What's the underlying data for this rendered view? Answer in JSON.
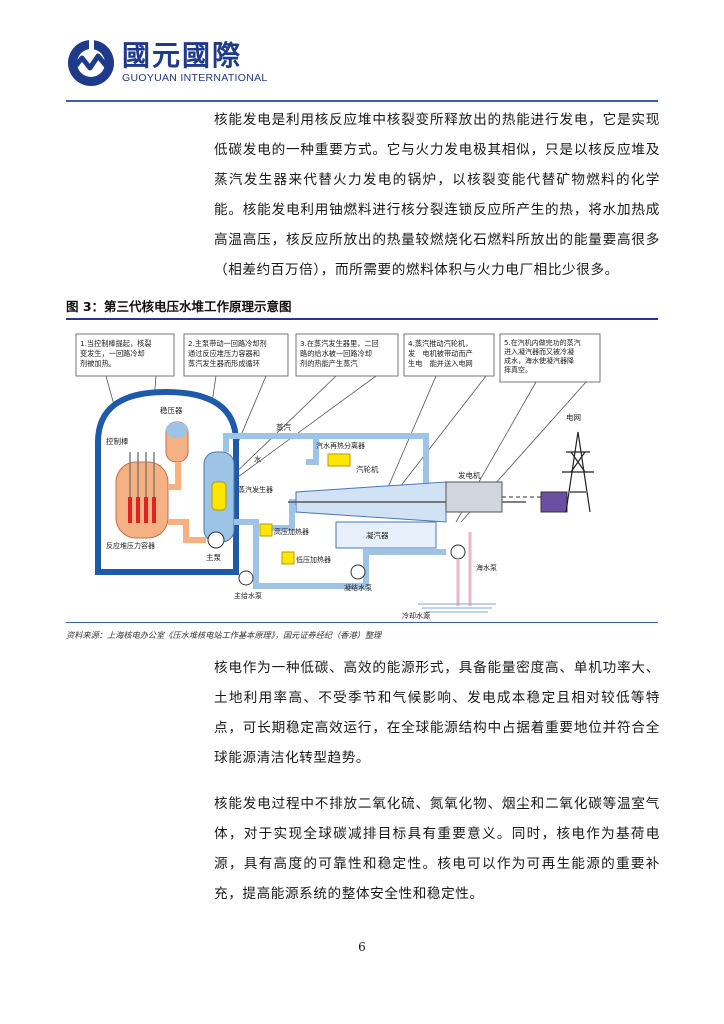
{
  "header": {
    "logo_cn": "國元國際",
    "logo_en": "GUOYUAN INTERNATIONAL"
  },
  "paragraphs": {
    "p1": "核能发电是利用核反应堆中核裂变所释放出的热能进行发电，它是实现低碳发电的一种重要方式。它与火力发电极其相似，只是以核反应堆及蒸汽发生器来代替火力发电的锅炉，以核裂变能代替矿物燃料的化学能。核能发电利用铀燃料进行核分裂连锁反应所产生的热，将水加热成高温高压，核反应所放出的热量较燃烧化石燃料所放出的能量要高很多（相差约百万倍），而所需要的燃料体积与火力电厂相比少很多。",
    "p2": "核电作为一种低碳、高效的能源形式，具备能量密度高、单机功率大、土地利用率高、不受季节和气候影响、发电成本稳定且相对较低等特点，可长期稳定高效运行，在全球能源结构中占据着重要地位并符合全球能源清洁化转型趋势。",
    "p3": "核能发电过程中不排放二氧化硫、氮氧化物、烟尘和二氧化碳等温室气体，对于实现全球碳减排目标具有重要意义。同时，核电作为基荷电源，具有高度的可靠性和稳定性。核电可以作为可再生能源的重要补充，提高能源系统的整体安全性和稳定性。"
  },
  "figure": {
    "title": "图 3：第三代核电压水堆工作原理示意图",
    "steps": [
      [
        "1.当控制棒提起，核裂",
        "变发生，一回路冷却",
        "剂被加热。"
      ],
      [
        "2.主泵带动一回路冷却剂",
        "通过反应堆压力容器和",
        "蒸汽发生器而形成循环"
      ],
      [
        "3.在蒸汽发生器里，二回",
        "路的给水被一回路冷却",
        "剂的热能产生蒸汽"
      ],
      [
        "4.蒸汽推动汽轮机，",
        "发　电机被带动而产",
        "生电　能并送入电网"
      ],
      [
        "5.在汽机内做完功的蒸汽",
        "进入凝汽器而又被冷凝",
        "成水，海水使凝汽器降",
        "摔真空。"
      ]
    ],
    "labels": {
      "pressurizer": "稳压器",
      "control_rod": "控制棒",
      "vessel": "反应堆压力容器",
      "steam_gen": "蒸汽发生器",
      "main_pump": "主泵",
      "steam": "蒸汽",
      "reheater": "汽水再热分离器",
      "water": "水",
      "turbine": "汽轮机",
      "generator": "发电机",
      "grid": "电网",
      "hp_heater": "高压加热器",
      "lp_heater": "低压加热器",
      "condenser": "凝汽器",
      "feed_pump": "主给水泵",
      "cond_pump": "凝结水泵",
      "seawater_pump": "海水泵",
      "cooling_water": "冷却水源"
    },
    "source": "资料来源：上海核电办公室《压水堆核电站工作基本原理》，国元证券经纪（香港）整理"
  },
  "page_number": "6",
  "colors": {
    "brand": "#1f3a8a",
    "containment": "#1e5aa8",
    "primary_loop": "#f4b183",
    "secondary_loop": "#9dc3e6",
    "fuel": "#e32222",
    "heater": "#ffe600"
  }
}
